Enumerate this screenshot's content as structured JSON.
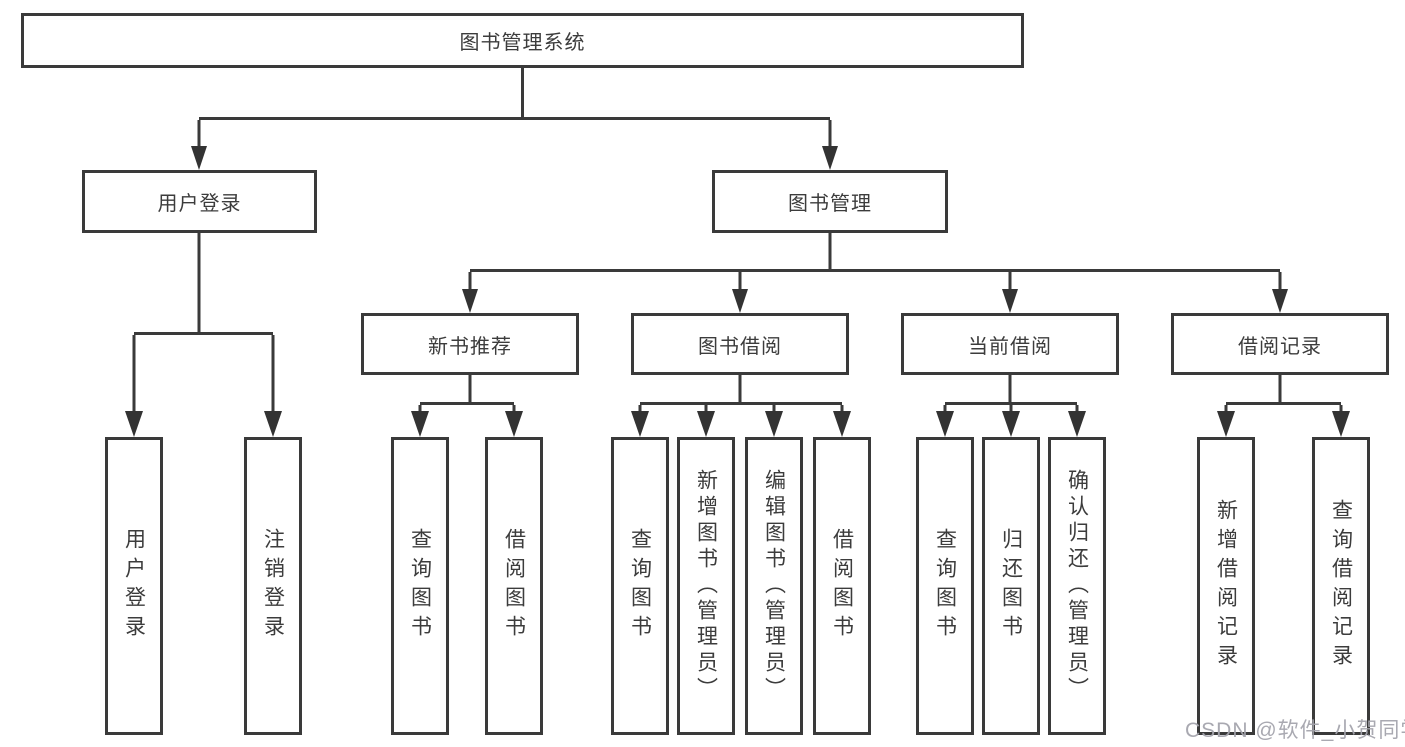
{
  "diagram": {
    "root": {
      "label": "图书管理系统"
    },
    "branches": {
      "user_login": {
        "label": "用户登录",
        "leaves": [
          {
            "label": "用户登录"
          },
          {
            "label": "注销登录"
          }
        ]
      },
      "book_management": {
        "label": "图书管理",
        "sections": {
          "new_books": {
            "label": "新书推荐",
            "leaves": [
              {
                "label": "查询图书"
              },
              {
                "label": "借阅图书"
              }
            ]
          },
          "book_borrowing": {
            "label": "图书借阅",
            "leaves": [
              {
                "label": "查询图书"
              },
              {
                "label": "新增图书（管理员）"
              },
              {
                "label": "编辑图书（管理员）"
              },
              {
                "label": "借阅图书"
              }
            ]
          },
          "current_borrowing": {
            "label": "当前借阅",
            "leaves": [
              {
                "label": "查询图书"
              },
              {
                "label": "归还图书"
              },
              {
                "label": "确认归还（管理员）"
              }
            ]
          },
          "borrowing_records": {
            "label": "借阅记录",
            "leaves": [
              {
                "label": "新增借阅记录"
              },
              {
                "label": "查询借阅记录"
              }
            ]
          }
        }
      }
    }
  },
  "watermark": {
    "text": "CSDN @软件_小贺同学"
  },
  "colors": {
    "line": "#3a3a3a",
    "box_border": "#3a3a3a",
    "box_fill": "#ffffff",
    "text": "#3c3c3c",
    "watermark": "#a4a4ad"
  }
}
